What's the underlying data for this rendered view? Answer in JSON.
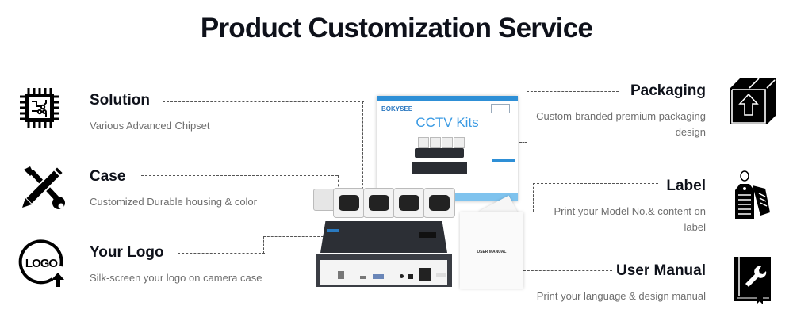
{
  "page": {
    "title": "Product Customization Service"
  },
  "left_features": [
    {
      "icon": "chip-icon",
      "title": "Solution",
      "description": "Various Advanced Chipset"
    },
    {
      "icon": "tools-icon",
      "title": "Case",
      "description": "Customized Durable housing & color"
    },
    {
      "icon": "logo-upload-icon",
      "title": "Your Logo",
      "description": "Silk-screen your logo on camera case"
    }
  ],
  "right_features": [
    {
      "icon": "package-box-icon",
      "title": "Packaging",
      "description": "Custom-branded premium packaging design"
    },
    {
      "icon": "tag-label-icon",
      "title": "Label",
      "description": "Print your Model No.& content on label"
    },
    {
      "icon": "manual-book-icon",
      "title": "User Manual",
      "description": "Print your language & design manual"
    }
  ],
  "product": {
    "box_brand": "BOKYSEE",
    "box_title": "CCTV Kits",
    "manual_label": "USER MANUAL"
  },
  "colors": {
    "title": "#0e111a",
    "description": "#6e6e6e",
    "box_accent": "#2e8fd6"
  }
}
